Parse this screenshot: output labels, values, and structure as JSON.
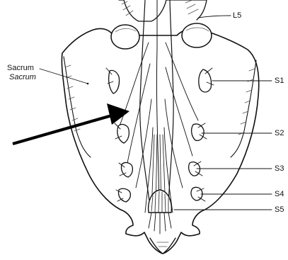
{
  "labels": {
    "sacrum_en": "Sacrum",
    "sacrum_la": "Sacrum",
    "l5": "L5",
    "s1": "S1",
    "s2": "S2",
    "s3": "S3",
    "s4": "S4",
    "s5": "S5"
  },
  "colors": {
    "ink": "#111111",
    "bone_fill": "#ffffff",
    "hatch": "#555555",
    "arrow": "#000000"
  },
  "icons": {
    "pointer": "arrow-pointing-to-sacral-canal"
  }
}
